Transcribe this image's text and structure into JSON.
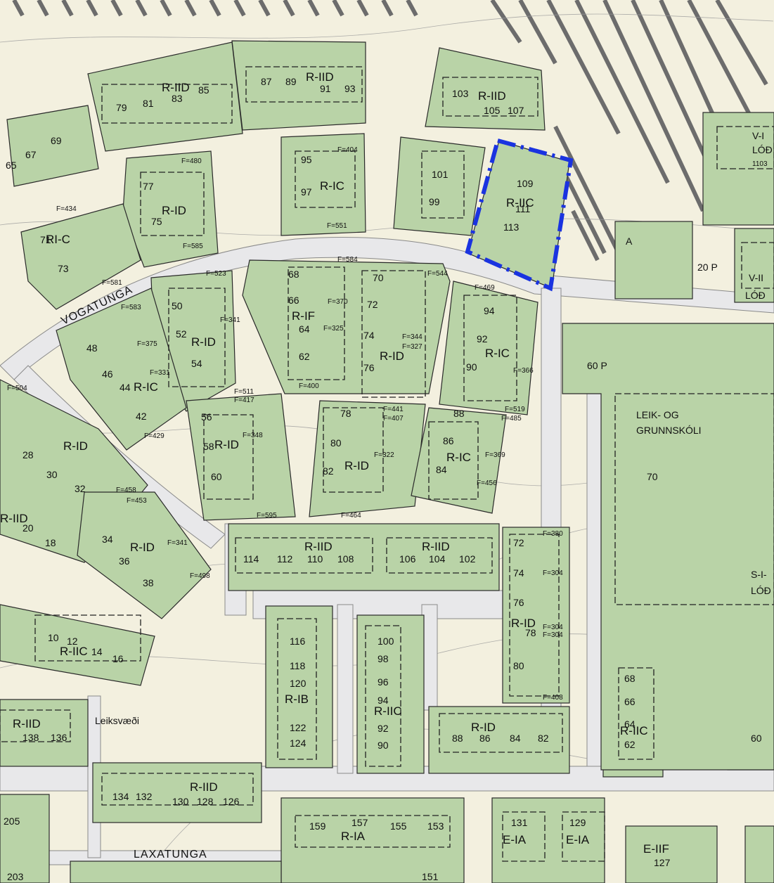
{
  "streets": [
    "VOGATUNGA",
    "LAXATUNGA"
  ],
  "place_labels": [
    "Leiksvæði",
    "LEIK- OG",
    "GRUNNSKÓLI",
    "70",
    "S-I-",
    "LÓÐ",
    "V-I",
    "LÓÐ",
    "1103",
    "V-II",
    "LÓÐ",
    "60 P",
    "20 P",
    "A"
  ],
  "highlighted_lot": "109 R-IIC 111 113",
  "zones": [
    "R-IID",
    "R-IID",
    "R-IID",
    "R-IC",
    "R-ID",
    "R-IIC",
    "RI-C",
    "R-IF",
    "R-ID",
    "R-IC",
    "R-IC",
    "R-ID",
    "R-ID",
    "R-ID",
    "R-IC",
    "R-ID",
    "R-ID",
    "R-IID",
    "R-IID",
    "R-IID",
    "R-ID",
    "R-IB",
    "R-IIC",
    "R-ID",
    "R-IIC",
    "R-IID",
    "R-IID",
    "R-IA",
    "E-IA",
    "E-IA",
    "E-IIF",
    "R-IIC"
  ],
  "lot_numbers": [
    "65",
    "67",
    "69",
    "79",
    "81",
    "83",
    "85",
    "87",
    "89",
    "91",
    "93",
    "103",
    "105",
    "107",
    "77",
    "75",
    "95",
    "97",
    "101",
    "99",
    "109",
    "111",
    "113",
    "71",
    "73",
    "68",
    "66",
    "64",
    "62",
    "70",
    "72",
    "74",
    "76",
    "50",
    "52",
    "54",
    "48",
    "46",
    "44",
    "42",
    "94",
    "92",
    "90",
    "56",
    "58",
    "60",
    "78",
    "80",
    "82",
    "88",
    "86",
    "84",
    "28",
    "30",
    "32",
    "20",
    "18",
    "34",
    "36",
    "38",
    "114",
    "112",
    "110",
    "108",
    "106",
    "104",
    "102",
    "72",
    "74",
    "76",
    "78",
    "80",
    "10",
    "12",
    "14",
    "16",
    "116",
    "118",
    "120",
    "122",
    "124",
    "100",
    "98",
    "96",
    "94",
    "92",
    "90",
    "88",
    "86",
    "84",
    "82",
    "68",
    "66",
    "64",
    "62",
    "138",
    "136",
    "134",
    "132",
    "130",
    "128",
    "126",
    "205",
    "159",
    "157",
    "155",
    "153",
    "131",
    "129",
    "127",
    "60",
    "203",
    "151"
  ],
  "f_labels": [
    "F=480",
    "F=404",
    "F=434",
    "F=551",
    "F=585",
    "F=581",
    "F=584",
    "F=544",
    "F=523",
    "F=583",
    "F=370",
    "F=341",
    "F=375",
    "F=325",
    "F=469",
    "F=344",
    "F=327",
    "F=366",
    "F=331",
    "F=511",
    "F=417",
    "F=400",
    "F=441",
    "F=407",
    "F=519",
    "F=485",
    "F=429",
    "F=348",
    "F=322",
    "F=369",
    "F=456",
    "F=504",
    "F=458",
    "F=453",
    "F=341",
    "F=498",
    "F=595",
    "F=464",
    "F=380",
    "F=304",
    "F=304",
    "F=304",
    "F=408"
  ],
  "colors": {
    "lot": "#b9d3a7",
    "background": "#f3f0df",
    "street": "#e8e8ea",
    "highlight": "#1a33e0"
  }
}
